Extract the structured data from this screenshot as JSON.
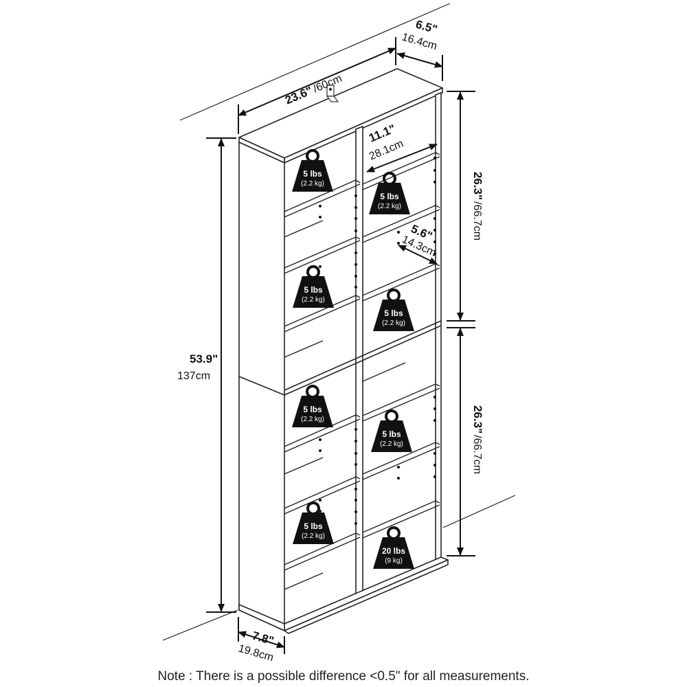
{
  "dimensions": {
    "width_in": "23.6\"",
    "width_cm": "/60cm",
    "depth_top_in": "6.5\"",
    "depth_top_cm": "16.4cm",
    "height_in": "53.9\"",
    "height_cm": "137cm",
    "shelf_width_in": "11.1\"",
    "shelf_width_cm": "28.1cm",
    "shelf_depth_in": "5.6\"",
    "shelf_depth_cm": "14.3cm",
    "upper_height_in": "26.3\"",
    "upper_height_cm": "/66.7cm",
    "lower_height_in": "26.3\"",
    "lower_height_cm": "/66.7cm",
    "base_depth_in": "7.8\"",
    "base_depth_cm": "19.8cm"
  },
  "weights": [
    {
      "lbs": "5 lbs",
      "kg": "(2.2 kg)"
    },
    {
      "lbs": "5 lbs",
      "kg": "(2.2 kg)"
    },
    {
      "lbs": "5 lbs",
      "kg": "(2.2 kg)"
    },
    {
      "lbs": "5 lbs",
      "kg": "(2.2 kg)"
    },
    {
      "lbs": "5 lbs",
      "kg": "(2.2 kg)"
    },
    {
      "lbs": "5 lbs",
      "kg": "(2.2 kg)"
    },
    {
      "lbs": "5 lbs",
      "kg": "(2.2 kg)"
    },
    {
      "lbs": "20 lbs",
      "kg": "(9 kg)"
    }
  ],
  "note": "Note : There is a possible difference <0.5\" for all measurements."
}
